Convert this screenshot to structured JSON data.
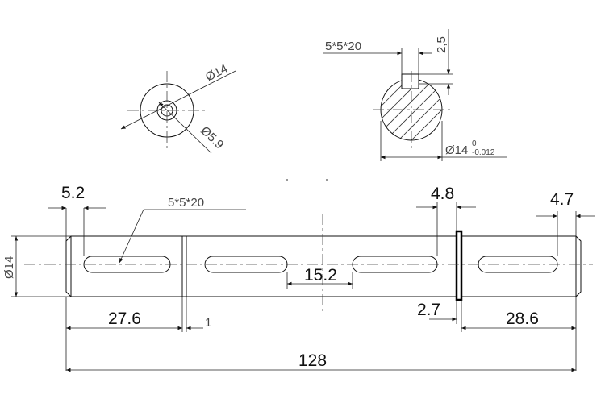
{
  "front_view": {
    "outer_dia_label": "Ø14",
    "inner_dia_label": "Ø5.9"
  },
  "section_view": {
    "key_label": "5*5*20",
    "depth_label": "2,5",
    "dia_label": "Ø14",
    "tol_upper": "0",
    "tol_lower": "-0.012"
  },
  "shaft": {
    "dia_label": "Ø14",
    "key_label": "5*5*20",
    "dims": {
      "slot_left_offset": "5.2",
      "slot_right_offset_a": "4.8",
      "slot_right_offset_b": "4.7",
      "slot_spacing": "15.2",
      "left_length": "27.6",
      "step": "1",
      "groove": "2.7",
      "right_length": "28.6",
      "total_length": "128"
    }
  }
}
